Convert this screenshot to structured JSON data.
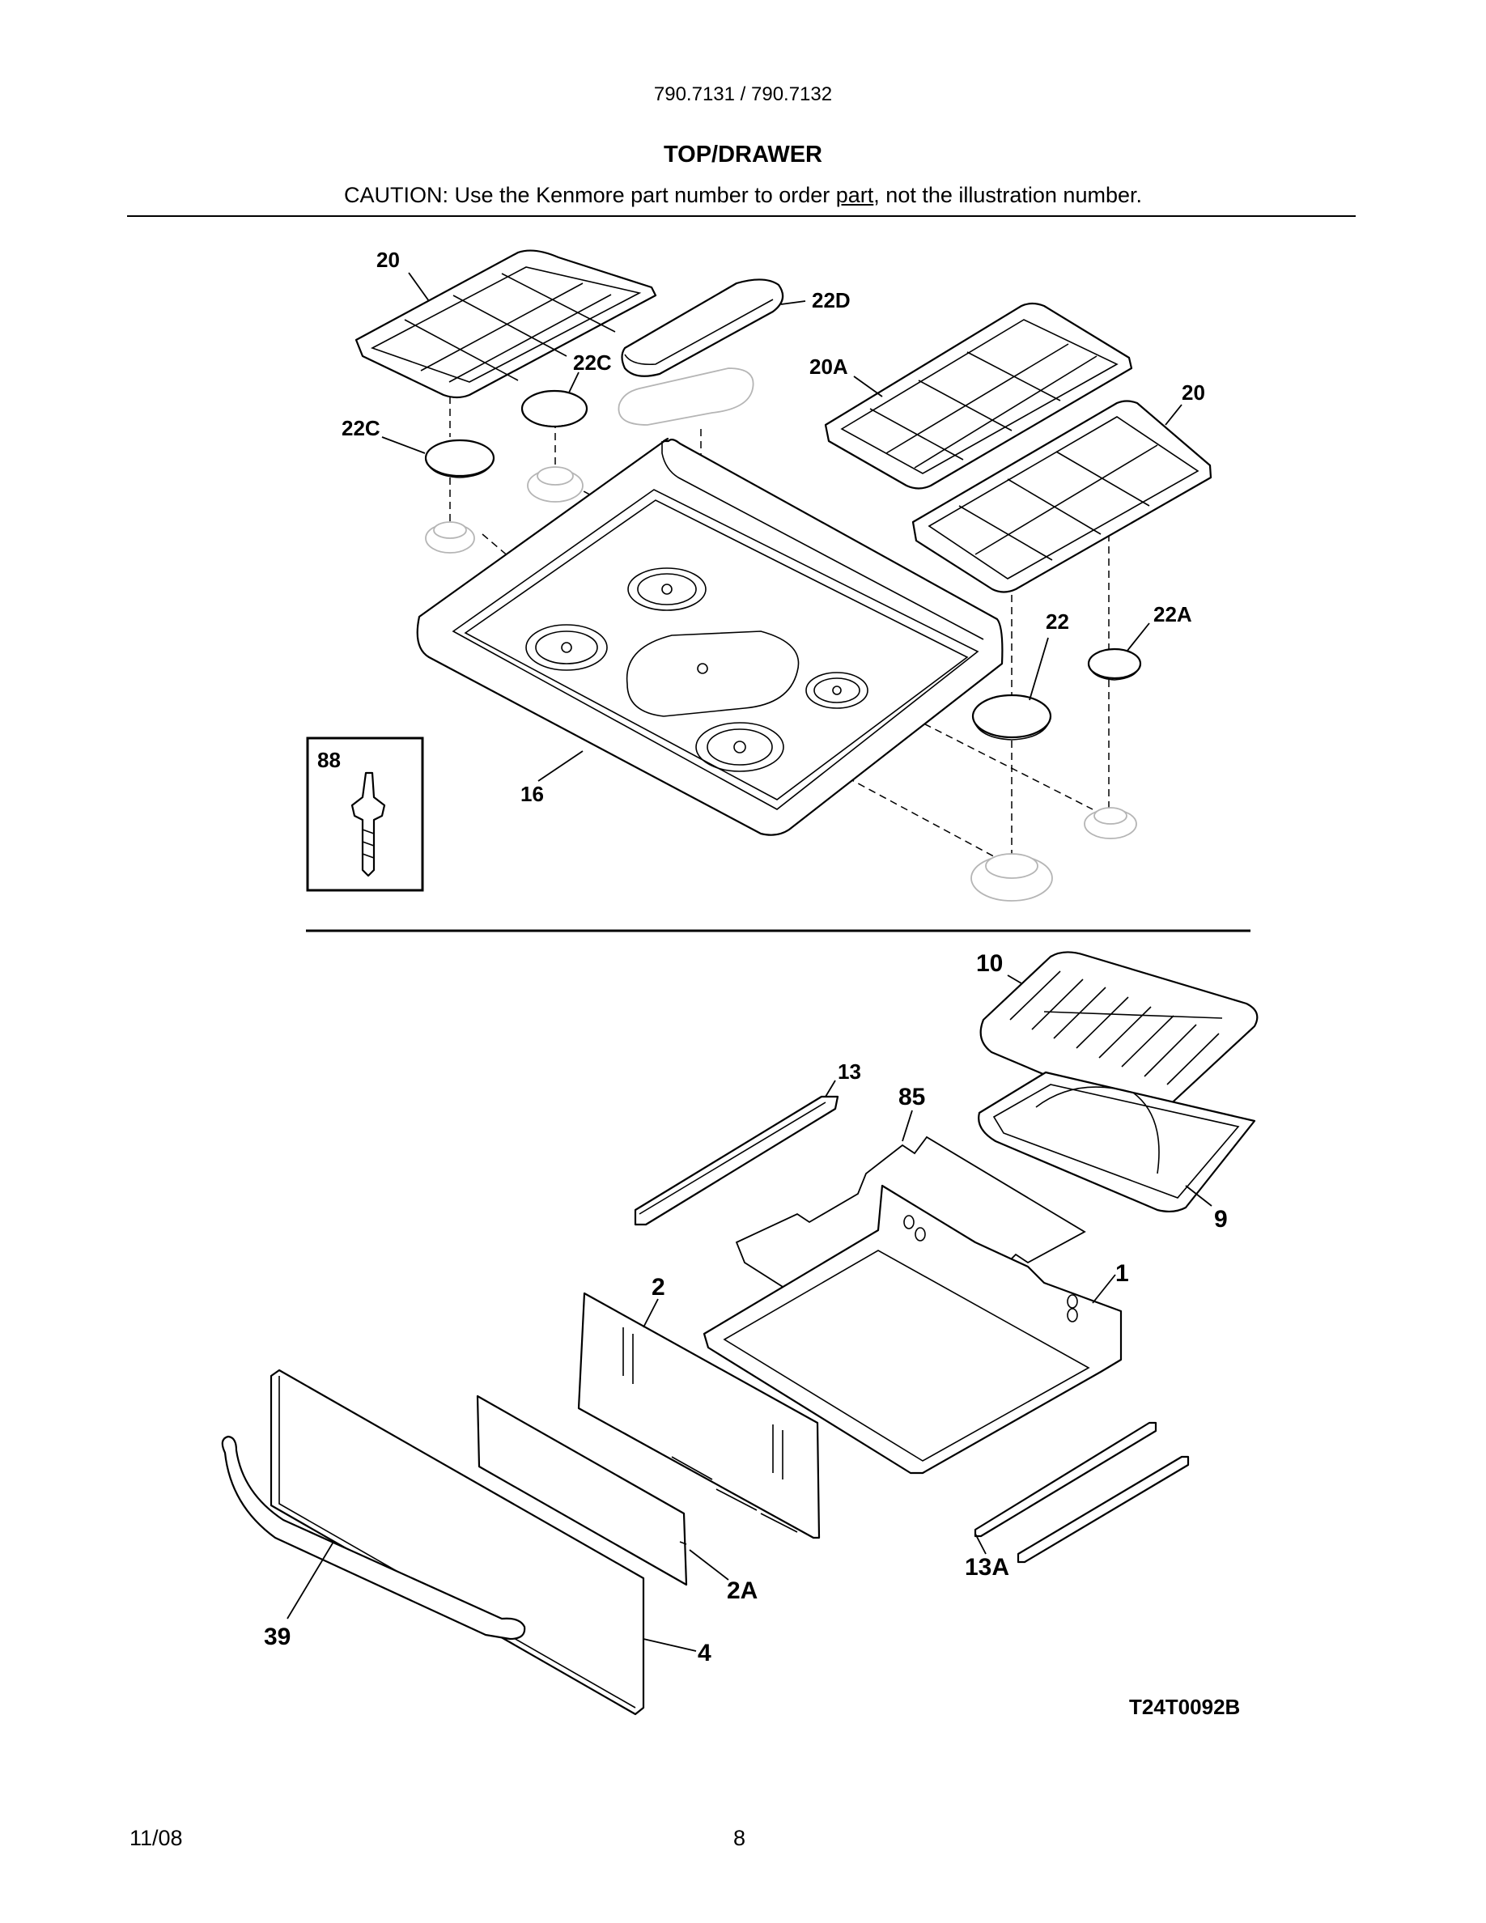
{
  "header": {
    "model": "790.7131 / 790.7132",
    "title": "TOP/DRAWER",
    "caution_before": "CAUTION: Use the Kenmore part number to order ",
    "caution_underlined": "part",
    "caution_after": ", not the illustration number."
  },
  "callouts": {
    "c20a": "20",
    "c22d": "22D",
    "c22c_a": "22C",
    "c22c_b": "22C",
    "c20A": "20A",
    "c20b": "20",
    "c22": "22",
    "c22A": "22A",
    "c88": "88",
    "c16": "16",
    "c10": "10",
    "c13": "13",
    "c85": "85",
    "c9": "9",
    "c2": "2",
    "c1": "1",
    "c2A": "2A",
    "c13A": "13A",
    "c39": "39",
    "c4": "4"
  },
  "diagram_code": "T24T0092B",
  "footer": {
    "date": "11/08",
    "page": "8"
  }
}
